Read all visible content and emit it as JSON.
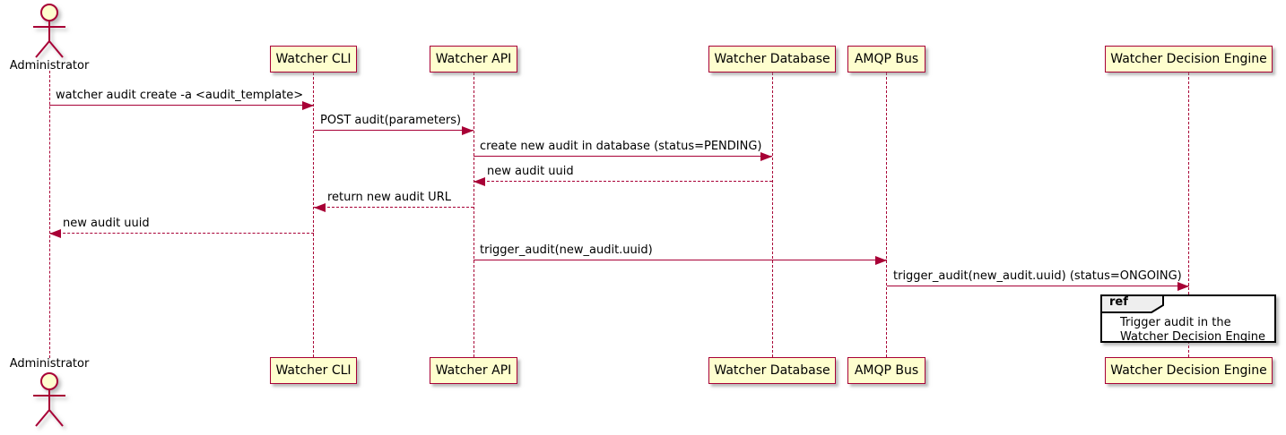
{
  "diagram": {
    "type": "uml-sequence-diagram",
    "colors": {
      "participant_fill": "#FEFECE",
      "line_and_border": "#A80036",
      "text": "#000000",
      "ref_header_fill": "#EEEEEE",
      "ref_border": "#000000",
      "background": "#FFFFFF"
    },
    "actor": {
      "label": "Administrator"
    },
    "participants": [
      {
        "label": "Watcher CLI"
      },
      {
        "label": "Watcher API"
      },
      {
        "label": "Watcher Database"
      },
      {
        "label": "AMQP Bus"
      },
      {
        "label": "Watcher Decision Engine"
      }
    ],
    "messages": [
      {
        "from": "Administrator",
        "to": "Watcher CLI",
        "style": "solid",
        "label": "watcher audit create -a <audit_template>"
      },
      {
        "from": "Watcher CLI",
        "to": "Watcher API",
        "style": "solid",
        "label": "POST audit(parameters)"
      },
      {
        "from": "Watcher API",
        "to": "Watcher Database",
        "style": "solid",
        "label": "create new audit in database (status=PENDING)"
      },
      {
        "from": "Watcher Database",
        "to": "Watcher API",
        "style": "dashed",
        "label": "new audit uuid"
      },
      {
        "from": "Watcher API",
        "to": "Watcher CLI",
        "style": "dashed",
        "label": "return new audit URL"
      },
      {
        "from": "Watcher CLI",
        "to": "Administrator",
        "style": "dashed",
        "label": "new audit uuid"
      },
      {
        "from": "Watcher API",
        "to": "AMQP Bus",
        "style": "solid",
        "label": "trigger_audit(new_audit.uuid)"
      },
      {
        "from": "AMQP Bus",
        "to": "Watcher Decision Engine",
        "style": "solid",
        "label": "trigger_audit(new_audit.uuid) (status=ONGOING)"
      }
    ],
    "ref": {
      "keyword": "ref",
      "line1": "Trigger audit in the",
      "line2": "Watcher Decision Engine"
    }
  }
}
